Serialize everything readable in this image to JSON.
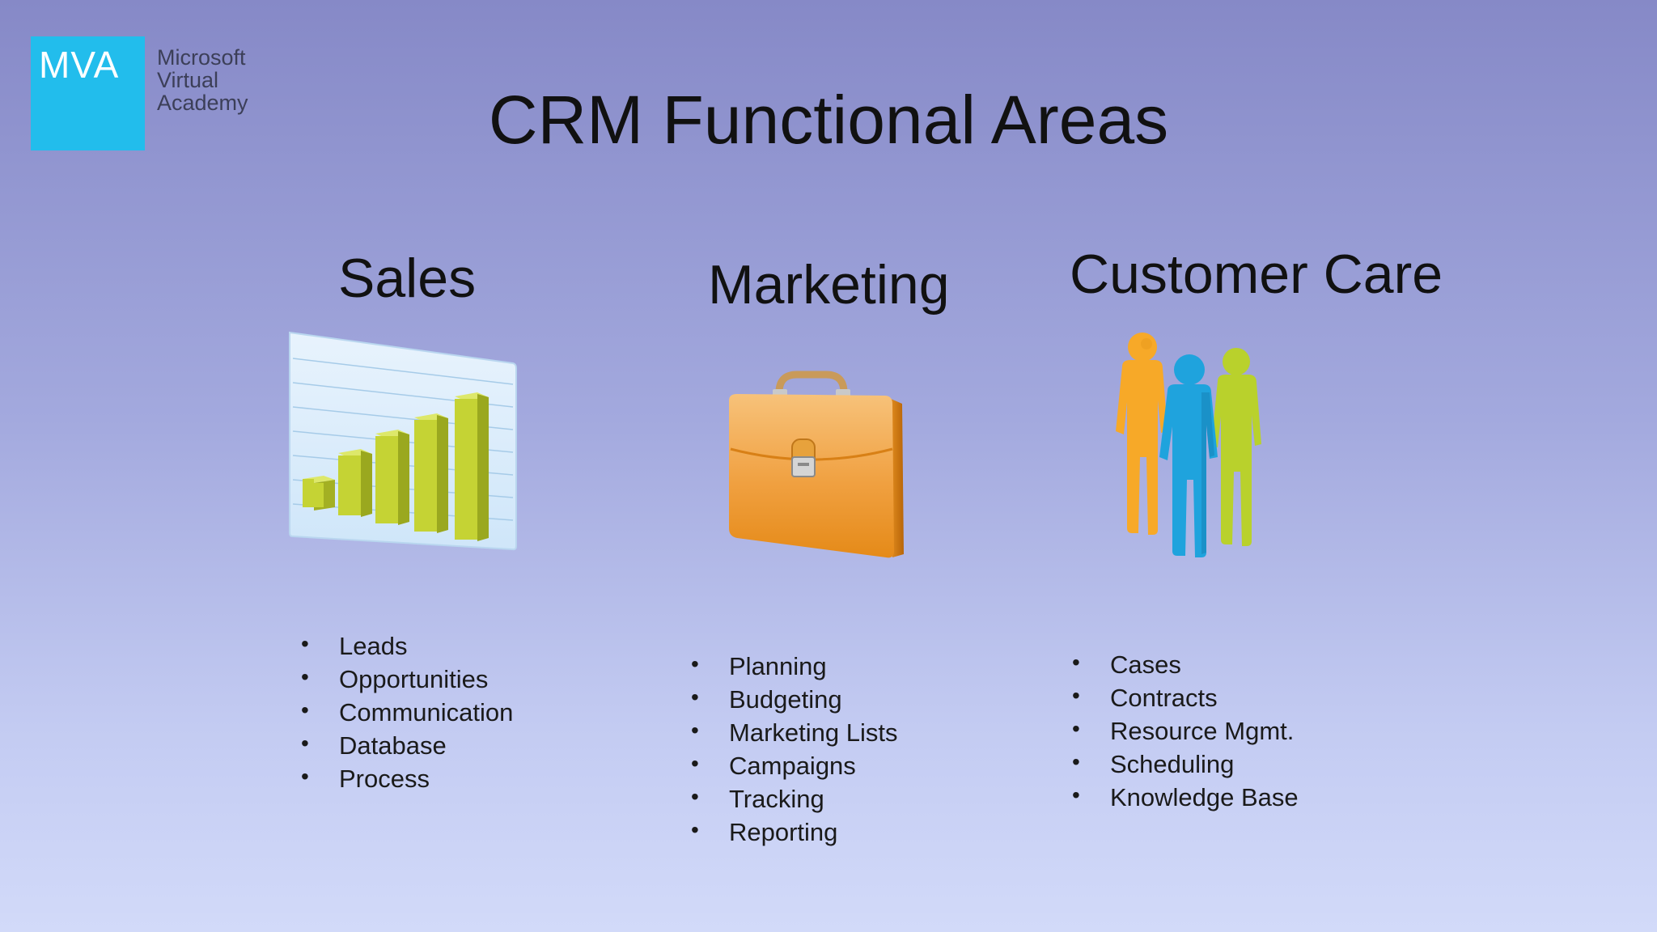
{
  "logo": {
    "abbr": "MVA",
    "line1": "Microsoft",
    "line2": "Virtual",
    "line3": "Academy"
  },
  "title": "CRM Functional Areas",
  "columns": [
    {
      "heading": "Sales",
      "icon": "bar-chart-icon",
      "items": [
        "Leads",
        "Opportunities",
        "Communication",
        "Database",
        "Process"
      ]
    },
    {
      "heading": "Marketing",
      "icon": "briefcase-icon",
      "items": [
        "Planning",
        "Budgeting",
        "Marketing Lists",
        "Campaigns",
        "Tracking",
        "Reporting"
      ]
    },
    {
      "heading": "Customer Care",
      "icon": "people-group-icon",
      "items": [
        "Cases",
        "Contracts",
        "Resource Mgmt.",
        "Scheduling",
        "Knowledge Base"
      ]
    }
  ],
  "colors": {
    "logo": "#22bdec",
    "chart_bars": "#c5d334",
    "briefcase": "#f0a040",
    "person_orange": "#f7a928",
    "person_blue": "#1fa3dd",
    "person_green": "#b9d12c"
  }
}
